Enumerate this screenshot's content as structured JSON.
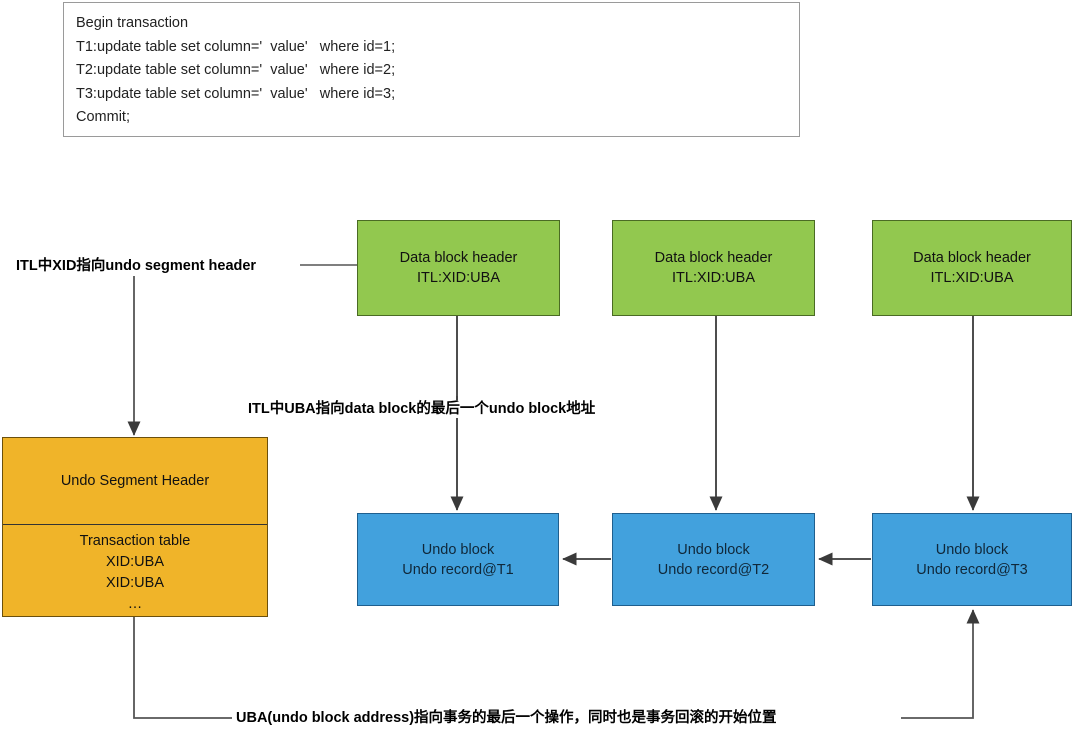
{
  "sql_box": {
    "lines": [
      "Begin transaction",
      "T1:update table set column='  value'   where id=1;",
      "T2:update table set column='  value'   where id=2;",
      "T3:update table set column='  value'   where id=3;",
      "Commit;"
    ]
  },
  "data_block_headers": [
    {
      "title": "Data block header",
      "detail": "ITL:XID:UBA"
    },
    {
      "title": "Data block header",
      "detail": "ITL:XID:UBA"
    },
    {
      "title": "Data block header",
      "detail": "ITL:XID:UBA"
    }
  ],
  "undo_blocks": [
    {
      "title": "Undo block",
      "detail": "Undo record@T1"
    },
    {
      "title": "Undo block",
      "detail": "Undo record@T2"
    },
    {
      "title": "Undo block",
      "detail": "Undo record@T3"
    }
  ],
  "undo_segment": {
    "header_label": "Undo Segment Header",
    "table_title": "Transaction table",
    "rows": [
      "XID:UBA",
      "XID:UBA"
    ],
    "ellipsis": "…"
  },
  "annotations": {
    "xid_pointer": "ITL中XID指向undo segment header",
    "uba_pointer": "ITL中UBA指向data block的最后一个undo block地址",
    "bottom_note": "UBA(undo block address)指向事务的最后一个操作，同时也是事务回滚的开始位置"
  },
  "colors": {
    "green_block": "#92c84f",
    "blue_block": "#42a1dd",
    "orange_block": "#f0b429",
    "connector": "#555555",
    "box_border": "#333333",
    "background": "#ffffff"
  }
}
